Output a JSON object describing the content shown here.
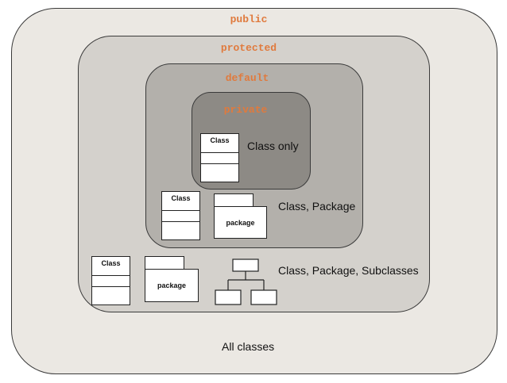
{
  "regions": {
    "public": {
      "keyword": "public",
      "description": "All classes"
    },
    "protected": {
      "keyword": "protected",
      "description": "Class, Package, Subclasses"
    },
    "default": {
      "keyword": "default",
      "description": "Class, Package"
    },
    "private": {
      "keyword": "private",
      "description": "Class only"
    }
  },
  "icons": {
    "class_label": "Class",
    "package_label": "package"
  },
  "colors": {
    "keyword": "#e07a3d",
    "public_fill": "#ebe8e3",
    "protected_fill": "#d4d1cc",
    "default_fill": "#b3b0ab",
    "private_fill": "#8d8a85"
  }
}
